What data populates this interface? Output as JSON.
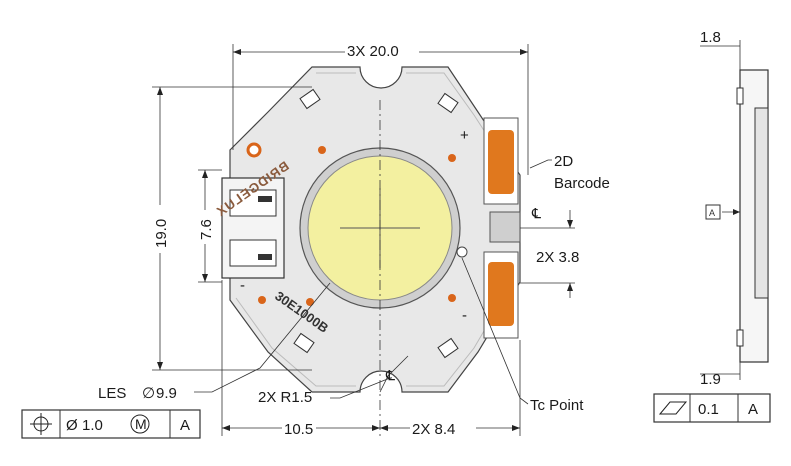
{
  "dimensions": {
    "top_width": "3X 20.0",
    "left_height": "19.0",
    "connector_height": "7.6",
    "les": "LES",
    "les_value": "9.9",
    "radius": "2X R1.5",
    "bottom_left": "10.5",
    "bottom_right": "2X 8.4",
    "right_spacing": "2X 3.8",
    "side_top": "1.8",
    "side_bottom": "1.9"
  },
  "callouts": {
    "barcode_line1": "2D",
    "barcode_line2": "Barcode",
    "tc_point": "Tc Point",
    "centerline": "℄",
    "datum_a": "A"
  },
  "board": {
    "brand": "BRIDGELUX",
    "part_code": "30E1000B",
    "plus": "+",
    "minus": "-",
    "colors": {
      "board": "#e8e8e8",
      "les": "#f3f0a0",
      "pad": "#e0781e",
      "dot": "#d9651a"
    }
  },
  "fcf_left": {
    "symbol": "position",
    "diameter": "Ø",
    "value": "1.0",
    "modifier": "M",
    "datum": "A"
  },
  "fcf_right": {
    "symbol": "flatness",
    "value": "0.1",
    "datum": "A"
  }
}
